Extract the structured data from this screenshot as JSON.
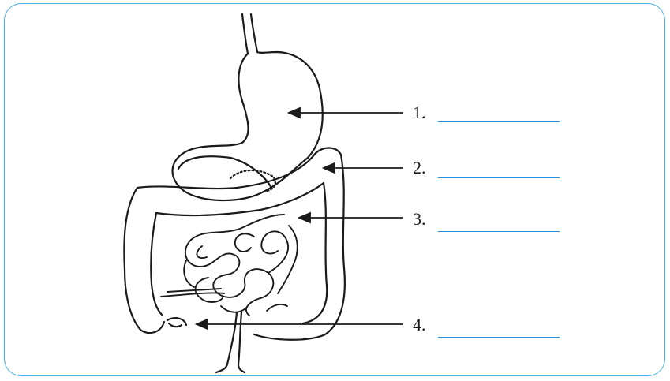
{
  "labels": [
    {
      "number": "1.",
      "blank": ""
    },
    {
      "number": "2.",
      "blank": ""
    },
    {
      "number": "3.",
      "blank": ""
    },
    {
      "number": "4.",
      "blank": ""
    }
  ],
  "colors": {
    "frame_border": "#46b0d8",
    "answer_line": "#2f8fd6",
    "ink": "#1a1a1a"
  }
}
